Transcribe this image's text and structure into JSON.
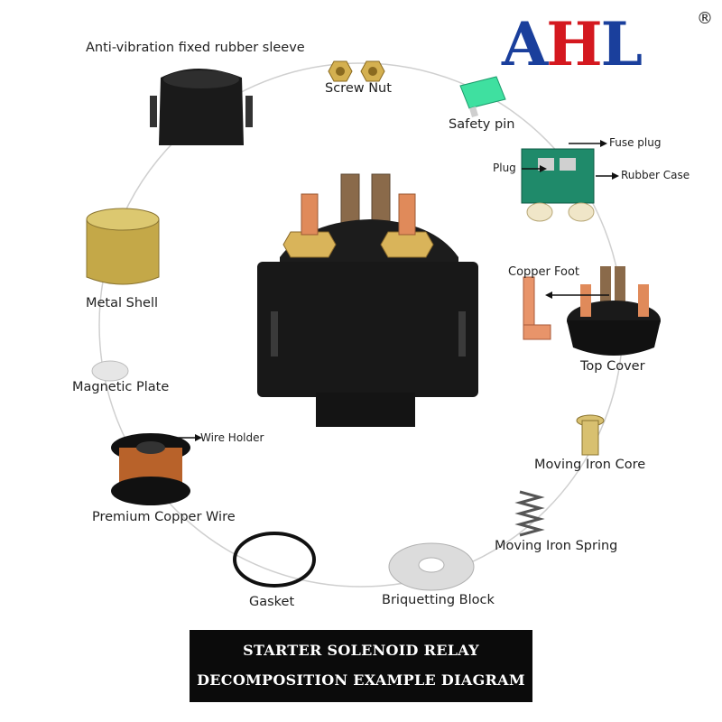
{
  "logo": {
    "text_a": "A",
    "text_h": "H",
    "text_l": "L",
    "registered": "®",
    "colors": {
      "a": "#1a3f9c",
      "h": "#d4181f",
      "l": "#1a3f9c"
    }
  },
  "parts": {
    "sleeve": "Anti-vibration fixed rubber sleeve",
    "screw_nut": "Screw Nut",
    "safety_pin": "Safety pin",
    "fuse_plug": "Fuse plug",
    "plug": "Plug",
    "rubber_case": "Rubber Case",
    "copper_foot": "Copper Foot",
    "top_cover": "Top Cover",
    "metal_shell": "Metal Shell",
    "magnetic_plate": "Magnetic Plate",
    "wire_holder": "Wire Holder",
    "copper_wire": "Premium Copper Wire",
    "moving_iron_core": "Moving Iron Core",
    "moving_iron_spring": "Moving Iron Spring",
    "gasket": "Gasket",
    "briquetting_block": "Briquetting Block"
  },
  "banner": {
    "line1": "STARTER SOLENOID RELAY",
    "line2": "DECOMPOSITION EXAMPLE DIAGRAM"
  }
}
